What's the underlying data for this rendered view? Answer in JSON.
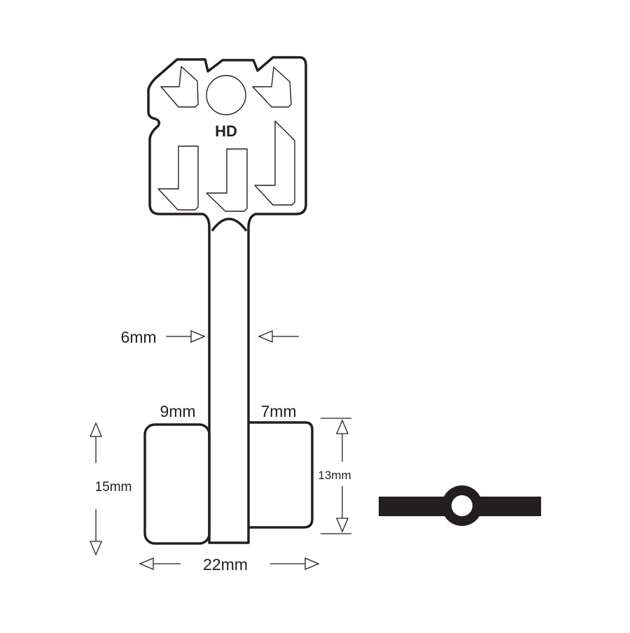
{
  "logo_text": "HD",
  "dimensions": {
    "shaft_width": "6mm",
    "left_bit_width": "9mm",
    "right_bit_width": "7mm",
    "left_bit_height": "15mm",
    "right_bit_height": "13mm",
    "total_width": "22mm"
  },
  "colors": {
    "line": "#231f20",
    "background": "#ffffff"
  }
}
